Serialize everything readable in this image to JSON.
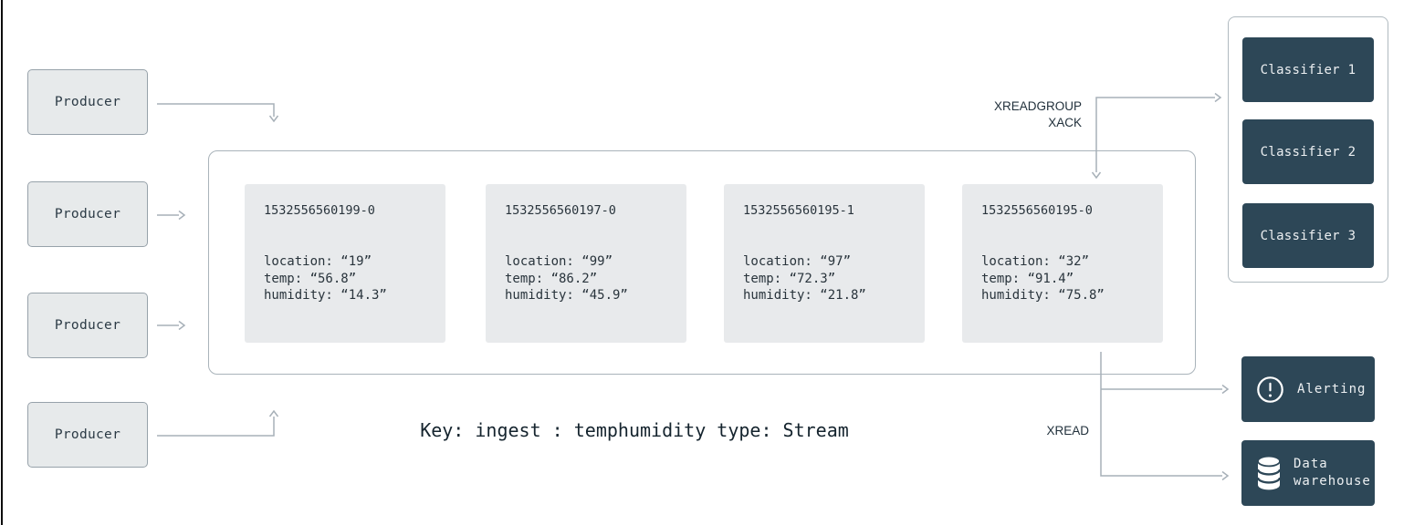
{
  "diagram": {
    "producers": {
      "labels": [
        "Producer",
        "Producer",
        "Producer",
        "Producer"
      ]
    },
    "stream": {
      "key_caption": "Key: ingest : temphumidity type: Stream",
      "entries": [
        {
          "id": "1532556560199-0",
          "fields": [
            "location: “19”",
            "temp: “56.8”",
            "humidity: “14.3”"
          ]
        },
        {
          "id": "1532556560197-0",
          "fields": [
            "location: “99”",
            "temp: “86.2”",
            "humidity: “45.9”"
          ]
        },
        {
          "id": "1532556560195-1",
          "fields": [
            "location: “97”",
            "temp: “72.3”",
            "humidity: “21.8”"
          ]
        },
        {
          "id": "1532556560195-0",
          "fields": [
            "location: “32”",
            "temp: “91.4”",
            "humidity: “75.8”"
          ]
        }
      ]
    },
    "labels": {
      "xreadgroup": "XREADGROUP",
      "xack": "XACK",
      "xread": "XREAD"
    },
    "consumers": {
      "classifiers": [
        "Classifier 1",
        "Classifier 2",
        "Classifier 3"
      ],
      "alerting": "Alerting",
      "warehouse_line1": "Data",
      "warehouse_line2": "warehouse"
    },
    "icons": {
      "alerting": "alert-circle-icon",
      "warehouse": "database-icon"
    },
    "colors": {
      "node_dark": "#2d4757",
      "node_light_fill": "#e8eaec",
      "producer_fill": "#e7eaeb",
      "producer_border": "#97a2aa",
      "container_border": "#a9b3ba",
      "connector": "#a7b0b8",
      "text_dark": "#29343c",
      "text_light": "#edf0f2",
      "left_edge": "#0d0d0d"
    }
  }
}
